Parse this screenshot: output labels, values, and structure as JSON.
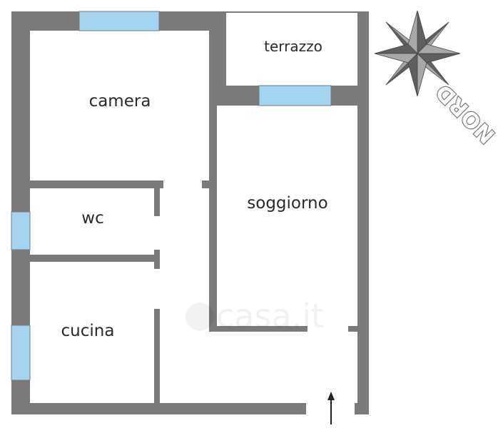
{
  "rooms": {
    "terrazzo": "terrazzo",
    "camera": "camera",
    "wc": "wc",
    "soggiorno": "soggiorno",
    "cucina": "cucina"
  },
  "compass": {
    "label": "NORD"
  },
  "watermark": {
    "text": "casa.it"
  },
  "colors": {
    "wall": "#7a7a7a",
    "window": "#a3d5f3",
    "floor": "#ffffff",
    "compass_dark": "#5f5f5f",
    "compass_light": "#a8a8a8"
  }
}
